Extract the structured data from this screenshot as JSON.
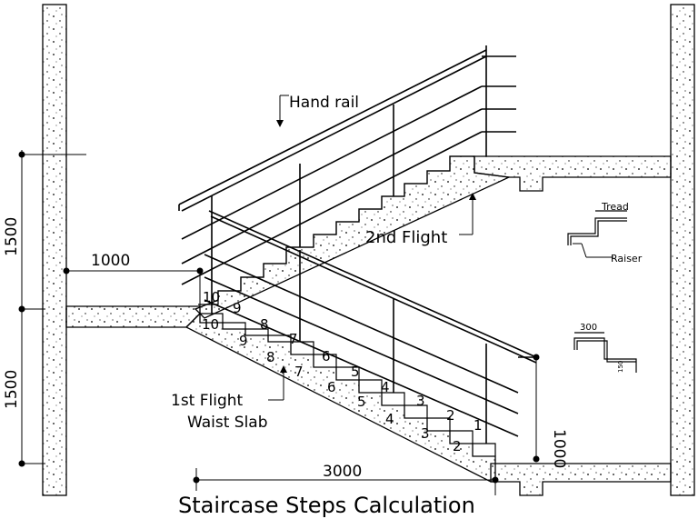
{
  "title": "Staircase Steps Calculation",
  "labels": {
    "hand_rail": "Hand rail",
    "second_flight": "2nd Flight",
    "first_flight_line1": "1st Flight",
    "first_flight_line2": "Waist Slab",
    "tread": "Tread",
    "riser": "Raiser"
  },
  "dimensions": {
    "upper_height": "1500",
    "lower_height": "1500",
    "landing_width": "1000",
    "total_run": "3000",
    "rail_height": "1000",
    "tread_size": "300",
    "riser_size": "150"
  },
  "first_flight_steps": [
    "1",
    "2",
    "3",
    "4",
    "5",
    "6",
    "7",
    "8",
    "9",
    "10"
  ],
  "first_flight_steps_lower": [
    "2",
    "3",
    "4",
    "5",
    "6",
    "7",
    "8",
    "9",
    "10"
  ],
  "second_flight_steps": [
    "10",
    "9"
  ],
  "colors": {
    "line": "#000000",
    "hatch": "#000000",
    "background": "#ffffff"
  }
}
